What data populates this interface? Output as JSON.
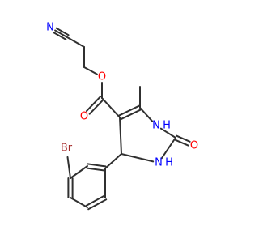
{
  "colors": {
    "bond": "#303030",
    "carbon": "#303030",
    "nitrogen": "#0000FF",
    "oxygen": "#FF0000",
    "bromine": "#A52A2A"
  },
  "molecule": {
    "atoms": [
      {
        "id": "n_nitrile",
        "element": "N",
        "label": "N"
      },
      {
        "id": "c_nitrile",
        "element": "C",
        "label": ""
      },
      {
        "id": "c_ch2_a",
        "element": "C",
        "label": ""
      },
      {
        "id": "c_ch2_b",
        "element": "C",
        "label": ""
      },
      {
        "id": "o_ester",
        "element": "O",
        "label": "O"
      },
      {
        "id": "c_carbonyl",
        "element": "C",
        "label": ""
      },
      {
        "id": "o_carbonyl",
        "element": "O",
        "label": "O"
      },
      {
        "id": "c5",
        "element": "C",
        "label": ""
      },
      {
        "id": "c6",
        "element": "C",
        "label": ""
      },
      {
        "id": "c_methyl",
        "element": "C",
        "label": ""
      },
      {
        "id": "n1",
        "element": "N",
        "label": "N",
        "hydrogen": "H"
      },
      {
        "id": "c2",
        "element": "C",
        "label": ""
      },
      {
        "id": "o_urea",
        "element": "O",
        "label": "O"
      },
      {
        "id": "n3",
        "element": "N",
        "label": "N",
        "hydrogen": "H"
      },
      {
        "id": "c4",
        "element": "C",
        "label": ""
      },
      {
        "id": "ar1",
        "element": "C",
        "label": ""
      },
      {
        "id": "ar2",
        "element": "C",
        "label": ""
      },
      {
        "id": "ar3",
        "element": "C",
        "label": ""
      },
      {
        "id": "br",
        "element": "Br",
        "label": "Br"
      },
      {
        "id": "ar4",
        "element": "C",
        "label": ""
      },
      {
        "id": "ar5",
        "element": "C",
        "label": ""
      },
      {
        "id": "ar6",
        "element": "C",
        "label": ""
      }
    ],
    "bonds": [
      {
        "from": "n_nitrile",
        "to": "c_nitrile",
        "order": 3
      },
      {
        "from": "c_nitrile",
        "to": "c_ch2_a",
        "order": 1
      },
      {
        "from": "c_ch2_a",
        "to": "c_ch2_b",
        "order": 1
      },
      {
        "from": "c_ch2_b",
        "to": "o_ester",
        "order": 1
      },
      {
        "from": "o_ester",
        "to": "c_carbonyl",
        "order": 1
      },
      {
        "from": "c_carbonyl",
        "to": "o_carbonyl",
        "order": 2
      },
      {
        "from": "c_carbonyl",
        "to": "c5",
        "order": 1
      },
      {
        "from": "c5",
        "to": "c6",
        "order": 2
      },
      {
        "from": "c6",
        "to": "c_methyl",
        "order": 1
      },
      {
        "from": "c6",
        "to": "n1",
        "order": 1
      },
      {
        "from": "n1",
        "to": "c2",
        "order": 1
      },
      {
        "from": "c2",
        "to": "o_urea",
        "order": 2
      },
      {
        "from": "c2",
        "to": "n3",
        "order": 1
      },
      {
        "from": "n3",
        "to": "c4",
        "order": 1
      },
      {
        "from": "c4",
        "to": "c5",
        "order": 1
      },
      {
        "from": "c4",
        "to": "ar1",
        "order": 1
      },
      {
        "from": "ar1",
        "to": "ar2",
        "order": 2
      },
      {
        "from": "ar2",
        "to": "ar3",
        "order": 1
      },
      {
        "from": "ar3",
        "to": "br",
        "order": 1
      },
      {
        "from": "ar3",
        "to": "ar4",
        "order": 2
      },
      {
        "from": "ar4",
        "to": "ar5",
        "order": 1
      },
      {
        "from": "ar5",
        "to": "ar6",
        "order": 2
      },
      {
        "from": "ar6",
        "to": "ar1",
        "order": 1
      }
    ]
  }
}
